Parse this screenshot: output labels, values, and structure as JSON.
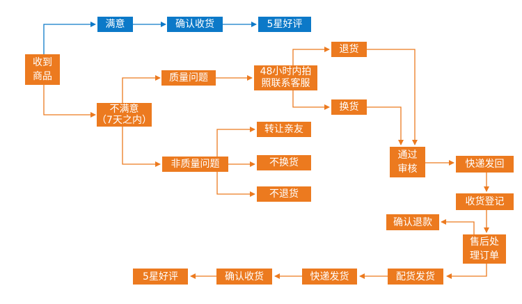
{
  "nodes": {
    "receive": [
      "收到",
      "商品"
    ],
    "satisfied": "满意",
    "confirm_top": "确认收货",
    "five_star_top": "5星好评",
    "unsatisfied": [
      "不满意",
      "（7天之内）"
    ],
    "quality": "质量问题",
    "photo": [
      "48小时内拍",
      "照联系客服"
    ],
    "return": "退货",
    "exchange": "换货",
    "non_quality": "非质量问题",
    "transfer": "转让亲友",
    "no_exchange": "不换货",
    "no_return": "不退货",
    "review": [
      "通过",
      "审核"
    ],
    "ship_back": "快递发回",
    "register": "收货登记",
    "confirm_refund": "确认退款",
    "after_sales": [
      "售后处",
      "理订单"
    ],
    "dispatch": "配货发货",
    "express_ship": "快递发货",
    "confirm_bottom": "确认收货",
    "five_star_bottom": "5星好评"
  },
  "colors": {
    "orange": "#ec7a1f",
    "blue": "#0c79c8"
  }
}
